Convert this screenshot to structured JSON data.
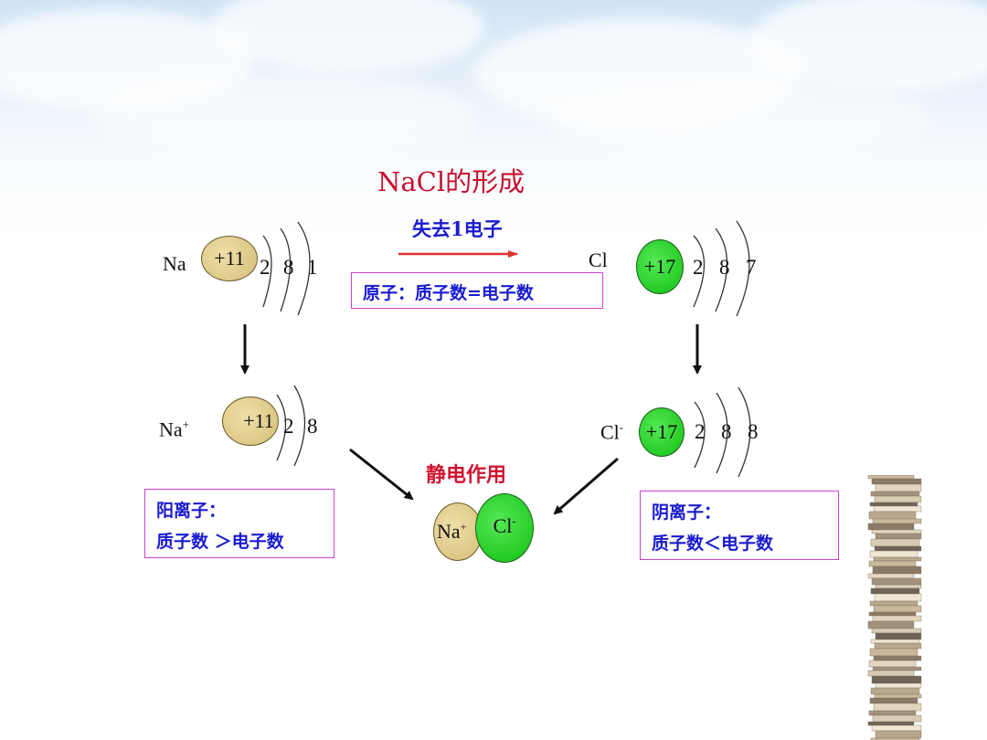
{
  "title": "NaCl的形成",
  "transfer_label": "失去1电子",
  "atom_note": "原子：质子数=电子数",
  "na_atom": {
    "symbol": "Na",
    "charge": "+11",
    "shells": [
      "2",
      "8",
      "1"
    ]
  },
  "cl_atom": {
    "symbol": "Cl",
    "charge": "+17",
    "shells": [
      "2",
      "8",
      "7"
    ]
  },
  "na_ion": {
    "symbol": "Na",
    "sup": "+",
    "charge": "+11",
    "shells": [
      "2",
      "8"
    ]
  },
  "cl_ion": {
    "symbol": "Cl",
    "sup": "-",
    "charge": "+17",
    "shells": [
      "2",
      "8",
      "8"
    ]
  },
  "interaction_label": "静电作用",
  "cation_note": {
    "line1": "阳离子：",
    "line2": "质子数 ＞电子数"
  },
  "anion_note": {
    "line1": "阴离子：",
    "line2": "质子数＜电子数"
  },
  "compound": {
    "na": "Na",
    "na_sup": "+",
    "cl": "Cl",
    "cl_sup": "-"
  },
  "colors": {
    "title": "#c8102e",
    "note_text": "#1a1ad0",
    "box_border": "#d040d0",
    "na_nucleus": "#d8c47f",
    "cl_nucleus": "#19c919",
    "arrow_red": "#e03030"
  }
}
